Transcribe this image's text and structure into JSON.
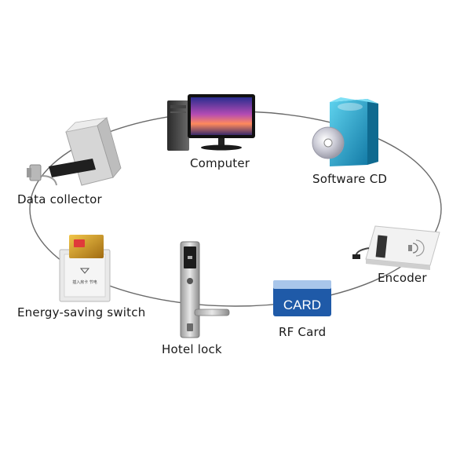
{
  "labels": {
    "computer": "Computer",
    "software_cd": "Software CD",
    "encoder": "Encoder",
    "rf_card": "RF Card",
    "hotel_lock": "Hotel lock",
    "energy_switch": "Energy-saving switch",
    "data_collector": "Data collector"
  },
  "card_text": "CARD",
  "switch_text": "插入房卡 节电",
  "colors": {
    "ring": "#6a6a6a",
    "card_blue": "#1f5aa8",
    "cd_teal": "#1f9bc4"
  }
}
